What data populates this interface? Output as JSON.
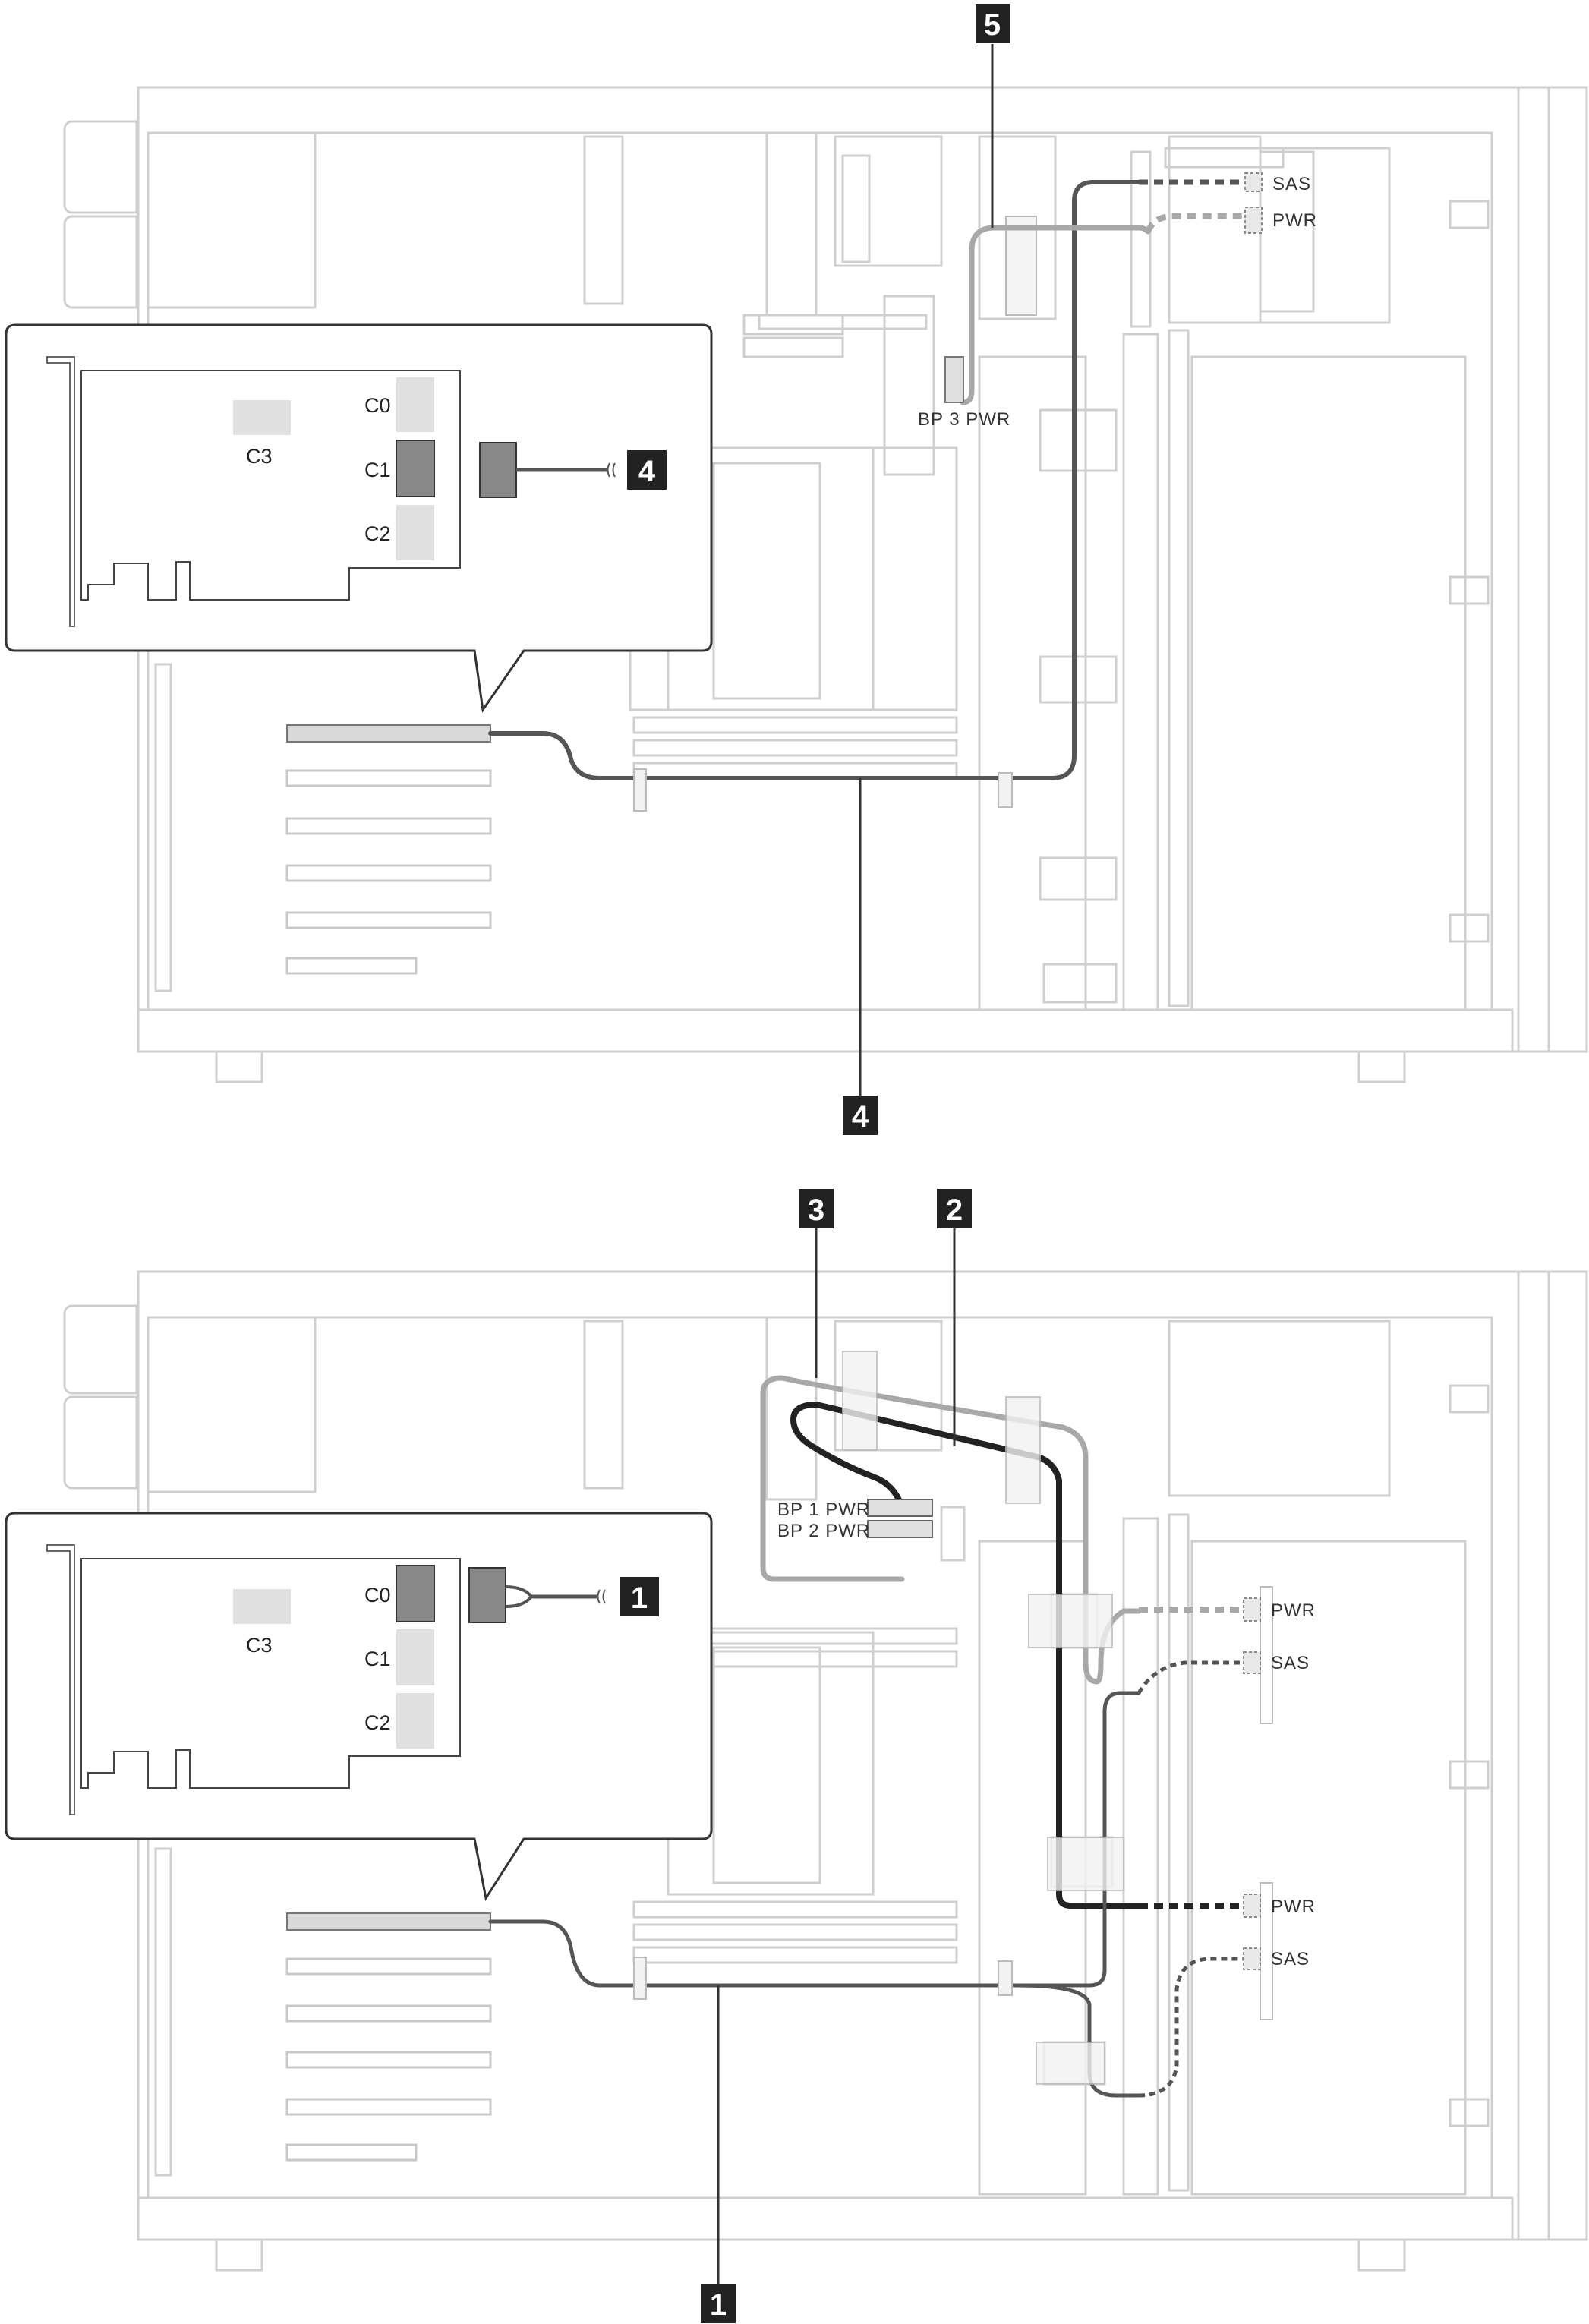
{
  "diagrams": [
    {
      "connectors": {
        "card_left": "C3",
        "card_right_top": "C0",
        "card_right_mid": "C1",
        "card_right_bot": "C2"
      },
      "callout_inset": "4",
      "callout_cable": "4",
      "callout_top": "5",
      "power_label": "BP 3 PWR",
      "backplane_labels": {
        "sas": "SAS",
        "pwr": "PWR"
      }
    },
    {
      "connectors": {
        "card_left": "C3",
        "card_right_top": "C0",
        "card_right_mid": "C1",
        "card_right_bot": "C2"
      },
      "callout_inset": "1",
      "callout_cable": "1",
      "callout_left": "3",
      "callout_right": "2",
      "power_labels": {
        "bp1": "BP 1 PWR",
        "bp2": "BP 2 PWR"
      },
      "backplane_upper": {
        "pwr": "PWR",
        "sas": "SAS"
      },
      "backplane_lower": {
        "pwr": "PWR",
        "sas": "SAS"
      }
    }
  ],
  "colors": {
    "cable_sas": "#555555",
    "cable_power_light": "#a8a8a8",
    "cable_power_dark": "#222222",
    "callout_box": "#222222",
    "connector_active": "#888888",
    "connector_inactive": "#e0e0e0"
  }
}
